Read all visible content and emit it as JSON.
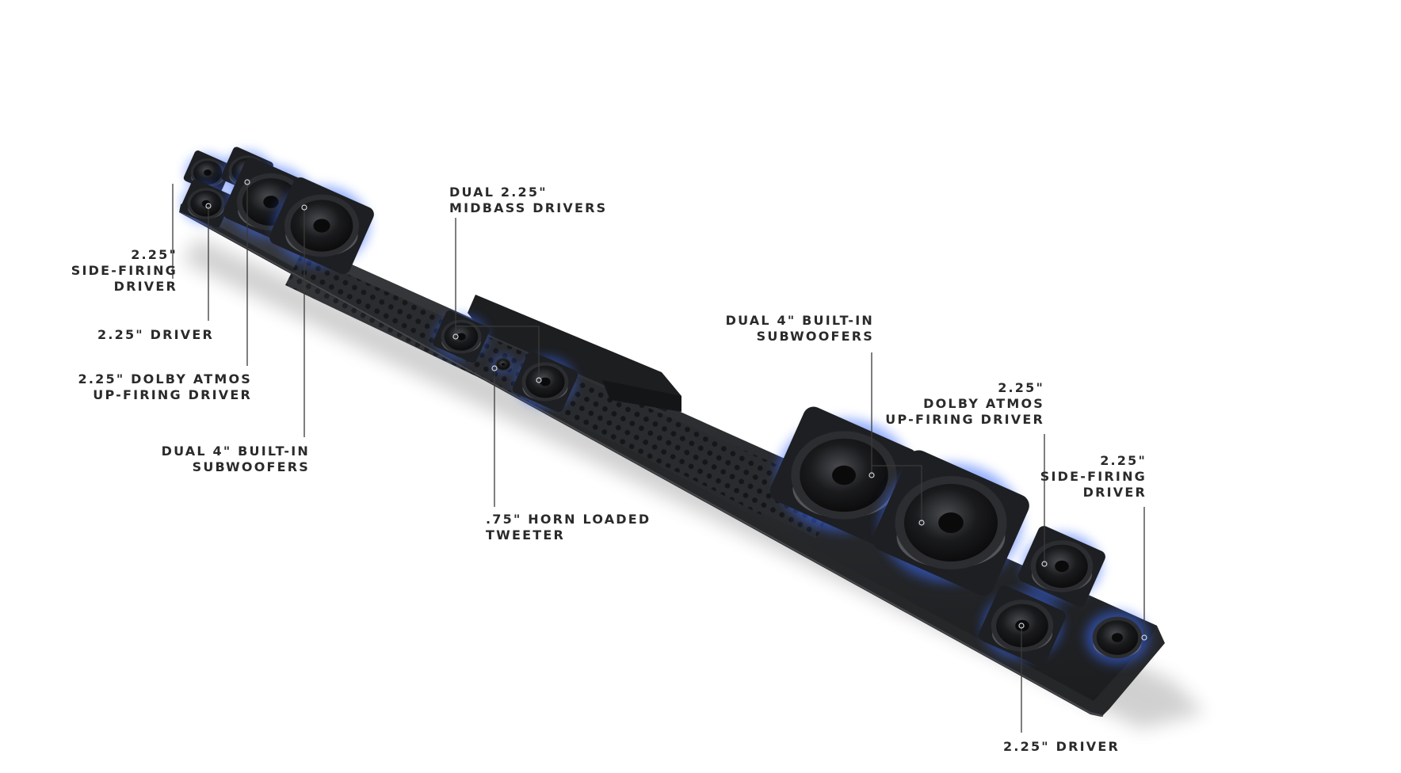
{
  "callouts": [
    {
      "id": "side-left",
      "lines": [
        "2.25\"",
        "SIDE-FIRING",
        "DRIVER"
      ]
    },
    {
      "id": "driver-left",
      "lines": [
        "2.25\" DRIVER"
      ]
    },
    {
      "id": "atmos-left",
      "lines": [
        "2.25\" DOLBY ATMOS",
        "UP-FIRING DRIVER"
      ]
    },
    {
      "id": "sub-left",
      "lines": [
        "DUAL 4\" BUILT-IN",
        "SUBWOOFERS"
      ]
    },
    {
      "id": "midbass",
      "lines": [
        "DUAL 2.25\"",
        "MIDBASS DRIVERS"
      ]
    },
    {
      "id": "tweeter",
      "lines": [
        ".75\" HORN LOADED",
        "TWEETER"
      ]
    },
    {
      "id": "sub-right",
      "lines": [
        "DUAL 4\" BUILT-IN",
        "SUBWOOFERS"
      ]
    },
    {
      "id": "atmos-right",
      "lines": [
        "2.25\"",
        "DOLBY ATMOS",
        "UP-FIRING DRIVER"
      ]
    },
    {
      "id": "side-right",
      "lines": [
        "2.25\"",
        "SIDE-FIRING",
        "DRIVER"
      ]
    },
    {
      "id": "driver-right",
      "lines": [
        "2.25\" DRIVER"
      ]
    }
  ],
  "colors": {
    "label_text": "#2a2a2a",
    "leader_line": "#3a3a3a",
    "chassis": "#262729",
    "chassis_top": "#34363a",
    "driver_glow": "#3a6cff",
    "driver_cone": "#17181a",
    "driver_surround": "#2c2d30",
    "driver_basket": "#1e1f22",
    "background": "#ffffff"
  }
}
